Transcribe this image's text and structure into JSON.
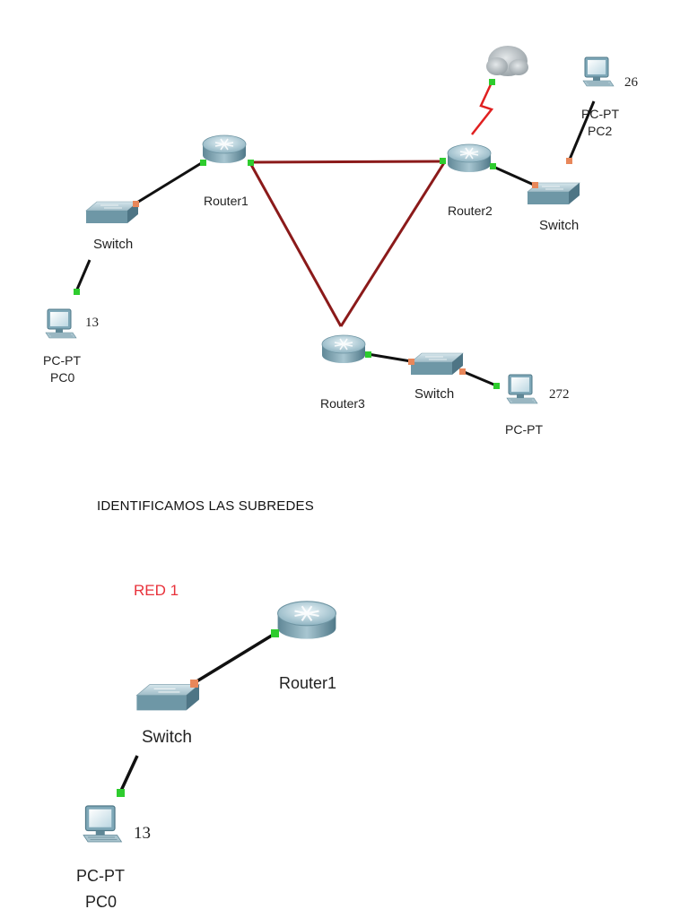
{
  "topology": {
    "router1": "Router1",
    "router2": "Router2",
    "router3": "Router3",
    "switch1": "Switch",
    "switch2": "Switch",
    "switch3": "Switch",
    "pc0_type": "PC-PT",
    "pc0_name": "PC0",
    "pc0_num": "13",
    "pc2_type": "PC-PT",
    "pc2_name": "PC2",
    "pc2_num": "26",
    "pc3_type": "PC-PT",
    "pc3_num": "272"
  },
  "heading": "IDENTIFICAMOS LAS SUBREDES",
  "red1": {
    "title": "RED 1",
    "router": "Router1",
    "switch": "Switch",
    "pc_type": "PC-PT",
    "pc_name": "PC0",
    "pc_num": "13"
  },
  "colors": {
    "link_red": "#8b1a1a",
    "link_black": "#111111",
    "serial": "#e02020",
    "port_green": "#2ecc2e",
    "port_orange": "#e8875a",
    "red_label": "#e8313a"
  }
}
